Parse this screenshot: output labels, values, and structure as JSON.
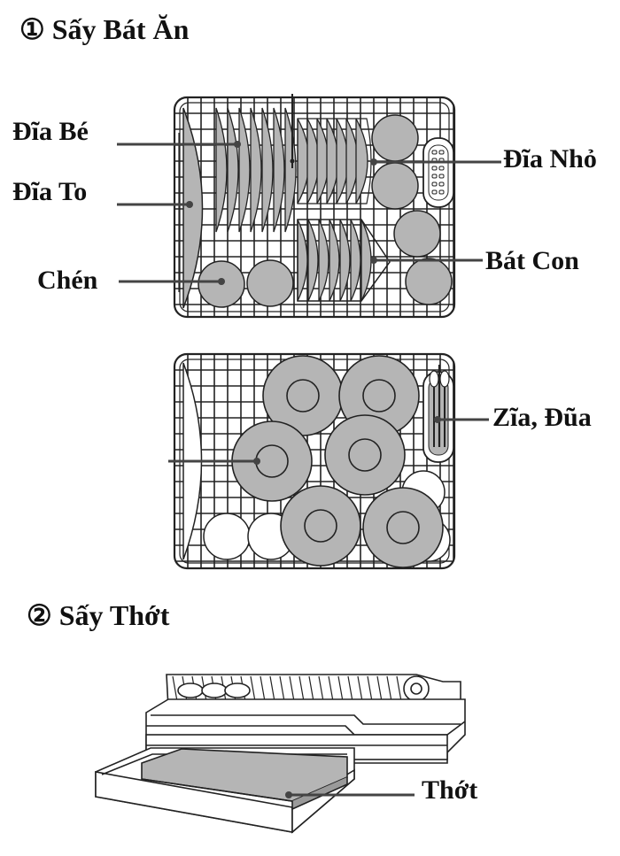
{
  "section1": {
    "marker": "①",
    "title": "Sấy Bát Ăn"
  },
  "section2": {
    "marker": "②",
    "title": "Sấy Thớt"
  },
  "labels": {
    "dia_be": "Đĩa Bé",
    "dia_to": "Đĩa To",
    "chen": "Chén",
    "dia_nho": "Đĩa Nhỏ",
    "bat_con": "Bát Con",
    "zia_dua": "Zĩa, Đũa",
    "thot": "Thớt"
  },
  "colors": {
    "plate_fill": "#b5b5b5",
    "line": "#222222",
    "white": "#ffffff"
  }
}
